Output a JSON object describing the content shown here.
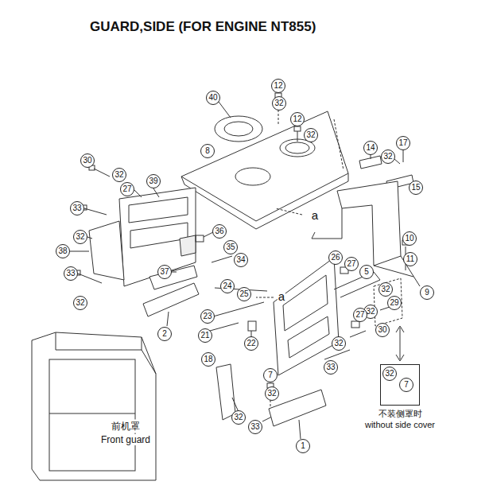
{
  "diagram": {
    "title": "GUARD,SIDE (FOR ENGINE NT855)",
    "nodes": [
      {
        "text": [
          "不装侧罩时",
          "without side cover"
        ]
      }
    ],
    "labels": [
      "12",
      "40",
      "32",
      "12",
      "32",
      "8",
      "14",
      "17",
      "32",
      "30",
      "32",
      "27",
      "39",
      "15",
      "33",
      "32",
      "a",
      "36",
      "10",
      "35",
      "38",
      "11",
      "34",
      "26",
      "27",
      "33",
      "37",
      "5",
      "24",
      "25",
      "32",
      "a",
      "9",
      "32",
      "29",
      "23",
      "2",
      "27",
      "21",
      "32",
      "30",
      "22",
      "32",
      "18",
      "33",
      "32",
      "7",
      "7",
      "32",
      "32",
      "33",
      "1",
      "前机罩",
      "Front guard"
    ]
  }
}
